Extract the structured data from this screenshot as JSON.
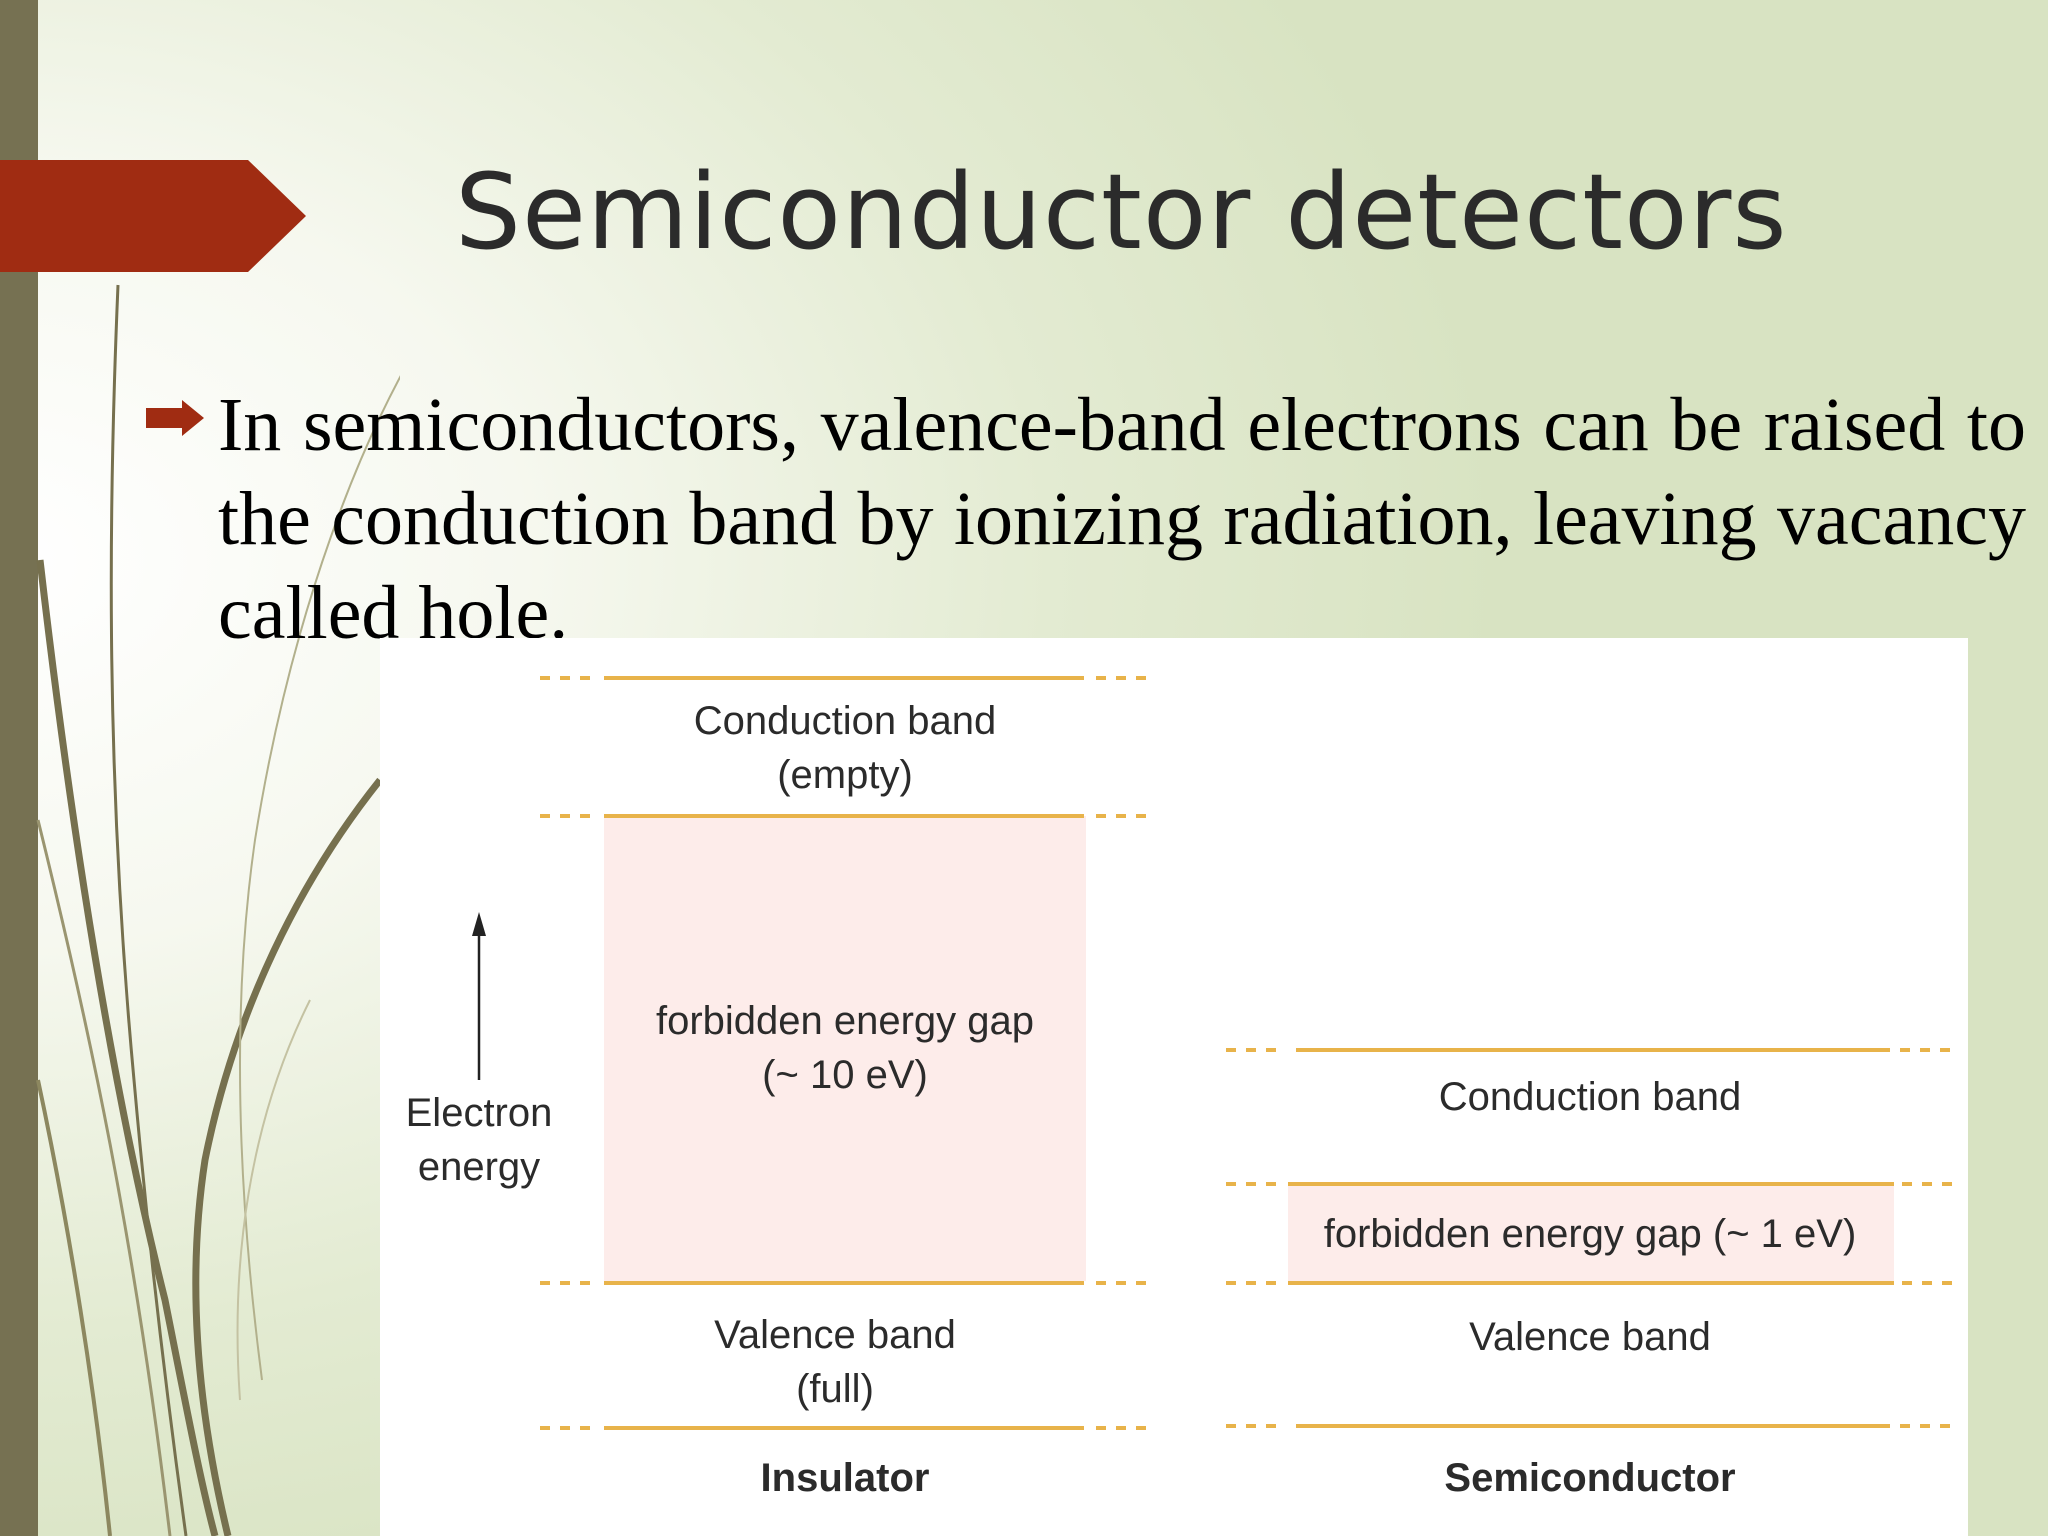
{
  "slide": {
    "title": "Semiconductor detectors",
    "bullet": "In semiconductors, valence-band electrons can be raised to the conduction band by ionizing radiation, leaving vacancy called hole."
  },
  "figure": {
    "axis_label_line1": "Electron",
    "axis_label_line2": "energy",
    "insulator": {
      "conduction_line1": "Conduction band",
      "conduction_line2": "(empty)",
      "gap_line1": "forbidden energy gap",
      "gap_line2": "(~ 10 eV)",
      "valence_line1": "Valence band",
      "valence_line2": "(full)",
      "label": "Insulator"
    },
    "semiconductor": {
      "conduction": "Conduction band",
      "gap": "forbidden energy gap (~ 1 eV)",
      "valence": "Valence band",
      "label": "Semiconductor"
    }
  },
  "colors": {
    "accent_arrow": "#a02c12",
    "band_line": "#e8b34a",
    "gap_fill": "#fdecea",
    "side_bar": "#767152"
  }
}
